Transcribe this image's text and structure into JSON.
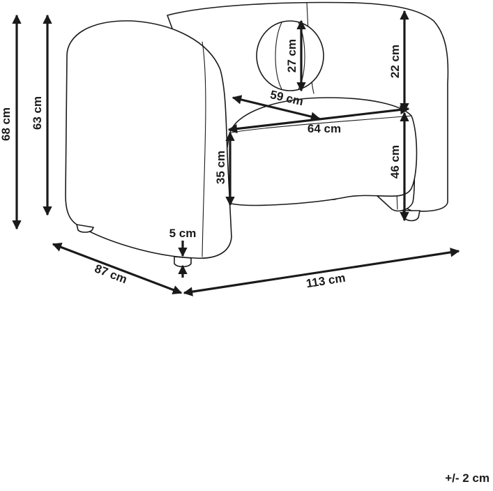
{
  "diagram": {
    "subject": "armchair",
    "line_color": "#1a1a1a",
    "background": "#ffffff",
    "dimensions": {
      "total_height": "68 cm",
      "back_height": "63 cm",
      "pillow_height": "27 cm",
      "back_above_seat": "22 cm",
      "seat_depth": "59 cm",
      "seat_width": "64 cm",
      "seat_height": "35 cm",
      "arm_height": "46 cm",
      "leg_height": "5 cm",
      "depth": "87 cm",
      "width": "113 cm"
    },
    "tolerance": "+/- 2 cm"
  }
}
